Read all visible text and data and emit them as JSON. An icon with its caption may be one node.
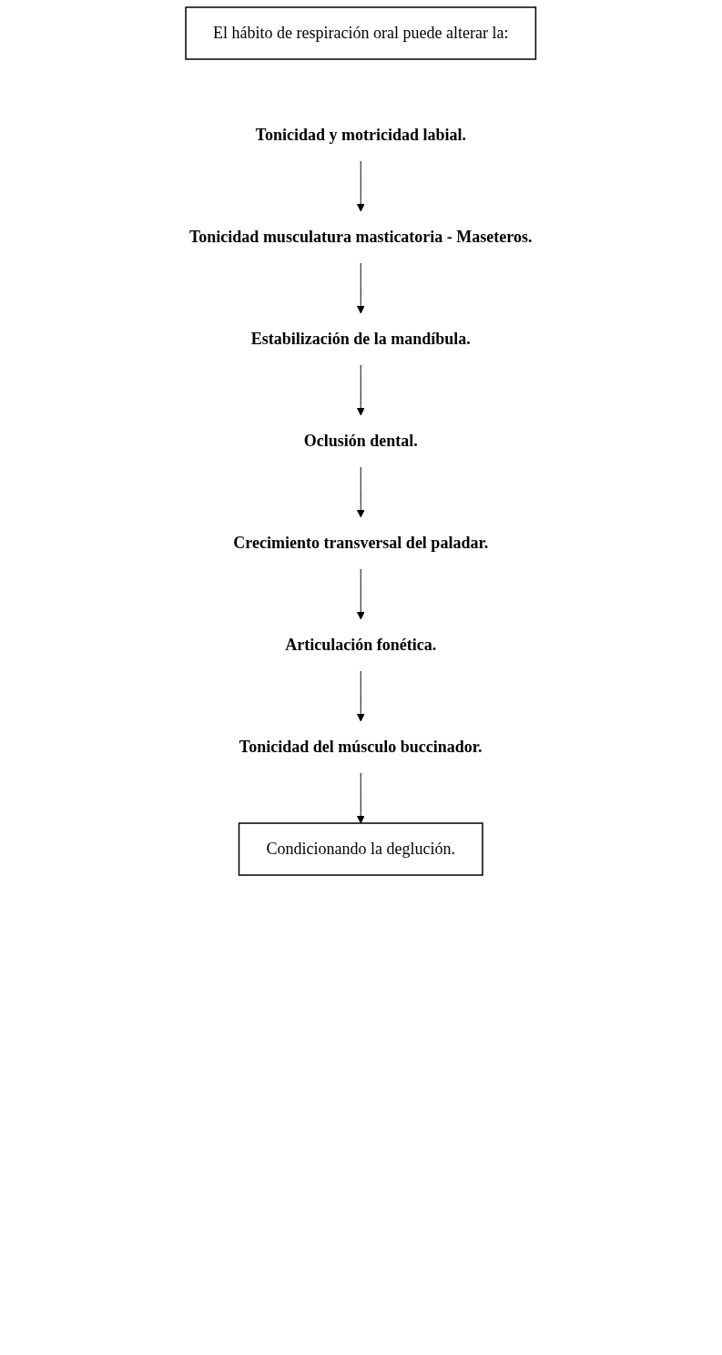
{
  "diagram": {
    "nodes": [
      {
        "text": [
          "El hábito de respiración oral puede alterar la:"
        ]
      },
      {
        "text": [
          "Tonicidad y motricidad labial."
        ]
      },
      {
        "text": [
          "Tonicidad musculatura masticatoria - Maseteros."
        ]
      },
      {
        "text": [
          "Estabilización de la mandíbula."
        ]
      },
      {
        "text": [
          "Oclusión dental."
        ]
      },
      {
        "text": [
          "Crecimiento transversal del paladar."
        ]
      },
      {
        "text": [
          "Articulación fonética."
        ]
      },
      {
        "text": [
          "Tonicidad del músculo buccinador."
        ]
      },
      {
        "text": [
          "Condicionando la deglución."
        ]
      }
    ],
    "edges": [
      {
        "from": 1,
        "to": 2,
        "arrow": "to"
      },
      {
        "from": 2,
        "to": 3,
        "arrow": "to"
      },
      {
        "from": 3,
        "to": 4,
        "arrow": "to"
      },
      {
        "from": 4,
        "to": 5,
        "arrow": "to"
      },
      {
        "from": 5,
        "to": 6,
        "arrow": "to"
      },
      {
        "from": 6,
        "to": 7,
        "arrow": "to"
      },
      {
        "from": 7,
        "to": 8,
        "arrow": "to"
      }
    ]
  }
}
